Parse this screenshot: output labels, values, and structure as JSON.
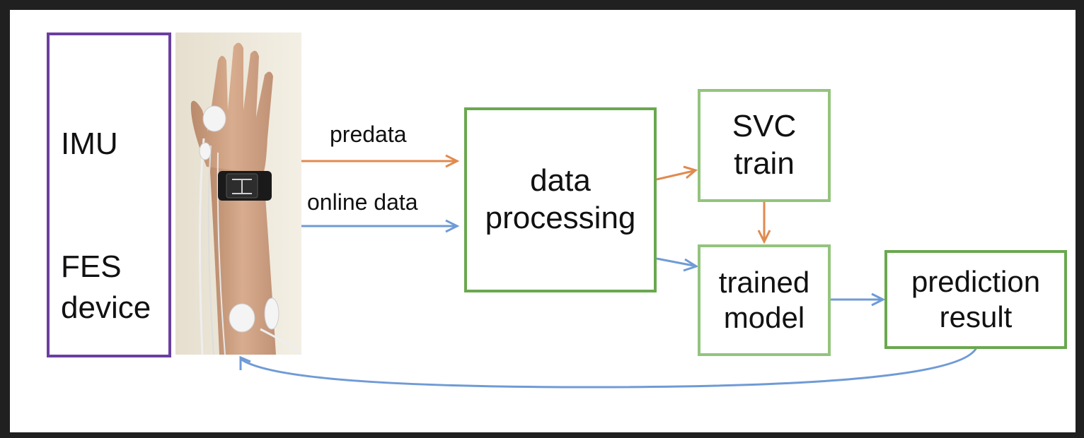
{
  "device_panel": {
    "label_imu": "IMU",
    "label_fes_line1": "FES",
    "label_fes_line2": "device",
    "border_color": "#6b3fa0"
  },
  "photo": {
    "icon": "arm-with-electrodes-and-wrist-imu-photo"
  },
  "edges": {
    "predata_label": "predata",
    "online_data_label": "online data",
    "training_color": "#e08a4e",
    "online_color": "#6f9bd6"
  },
  "nodes": {
    "data_processing": {
      "line1": "data",
      "line2": "processing",
      "border_color": "#6aa84f"
    },
    "svc_train": {
      "line1": "SVC",
      "line2": "train",
      "border_color": "#93c47d"
    },
    "trained_model": {
      "line1": "trained",
      "line2": "model",
      "border_color": "#93c47d"
    },
    "prediction_result": {
      "line1": "prediction",
      "line2": "result",
      "border_color": "#6aa84f"
    }
  }
}
